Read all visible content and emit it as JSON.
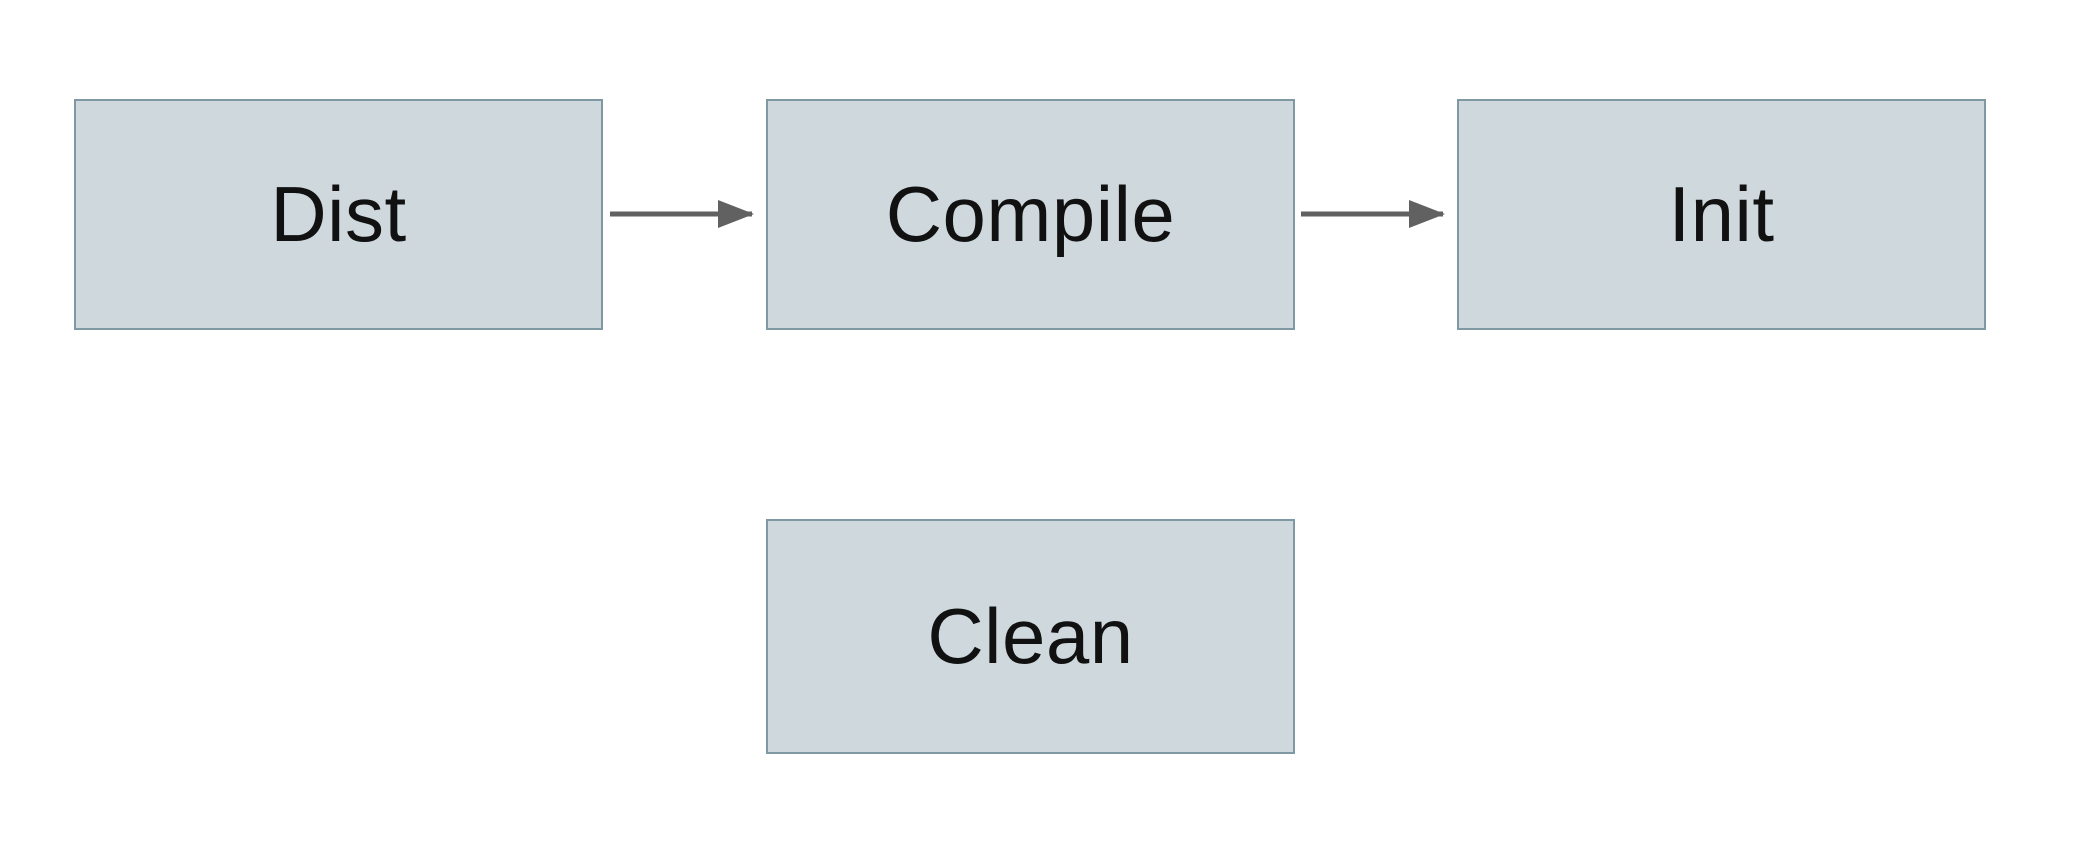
{
  "diagram": {
    "type": "flowchart",
    "background_color": "#ffffff",
    "node_fill_color": "#cfd9dd",
    "node_border_color": "#7e99a3",
    "arrow_color": "#616161",
    "text_color": "#111111",
    "nodes": [
      {
        "id": "dist",
        "label": "Dist"
      },
      {
        "id": "compile",
        "label": "Compile"
      },
      {
        "id": "init",
        "label": "Init"
      },
      {
        "id": "clean",
        "label": "Clean"
      }
    ],
    "edges": [
      {
        "from": "dist",
        "to": "compile"
      },
      {
        "from": "compile",
        "to": "init"
      }
    ]
  }
}
